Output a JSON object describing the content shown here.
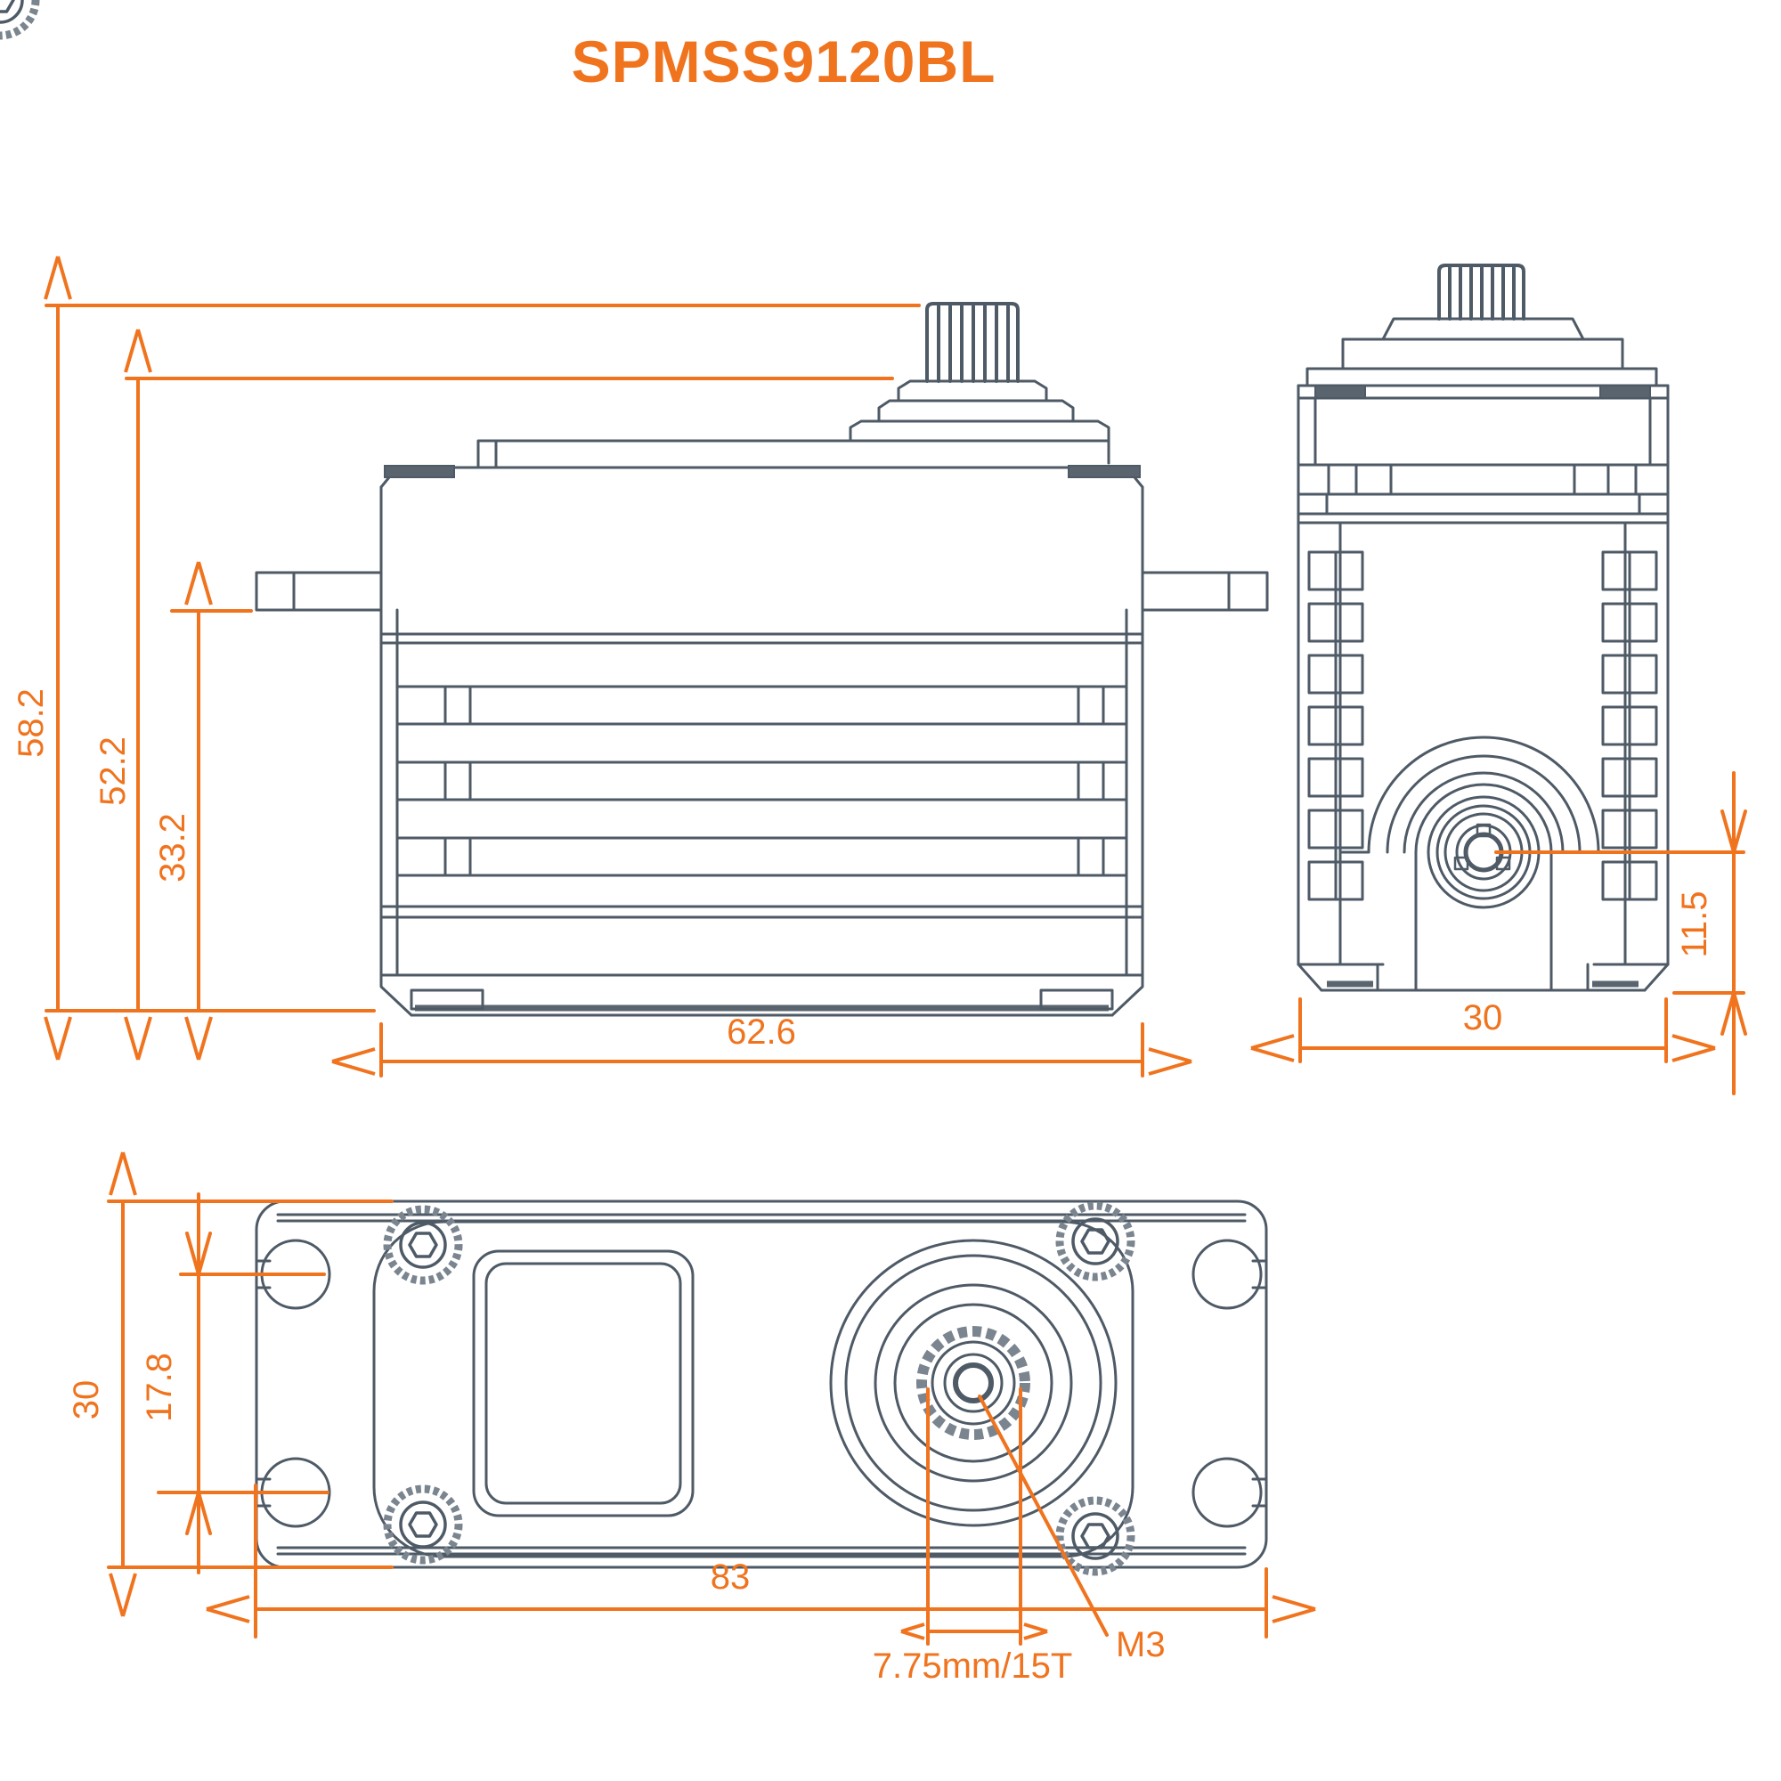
{
  "title": "SPMSS9120BL",
  "colors": {
    "accent": "#F0731E",
    "line": "#4E5A66"
  },
  "units": "mm",
  "dimensions": {
    "front": {
      "total_height": "58.2",
      "upper_height": "52.2",
      "tab_height": "33.2",
      "body_width": "62.6"
    },
    "side": {
      "width": "30",
      "output_center_offset": "11.5"
    },
    "bottom": {
      "overall_length": "83",
      "width": "30",
      "mount_hole_spacing": "17.8",
      "output_spline": "7.75mm/15T",
      "screw_size": "M3"
    }
  }
}
